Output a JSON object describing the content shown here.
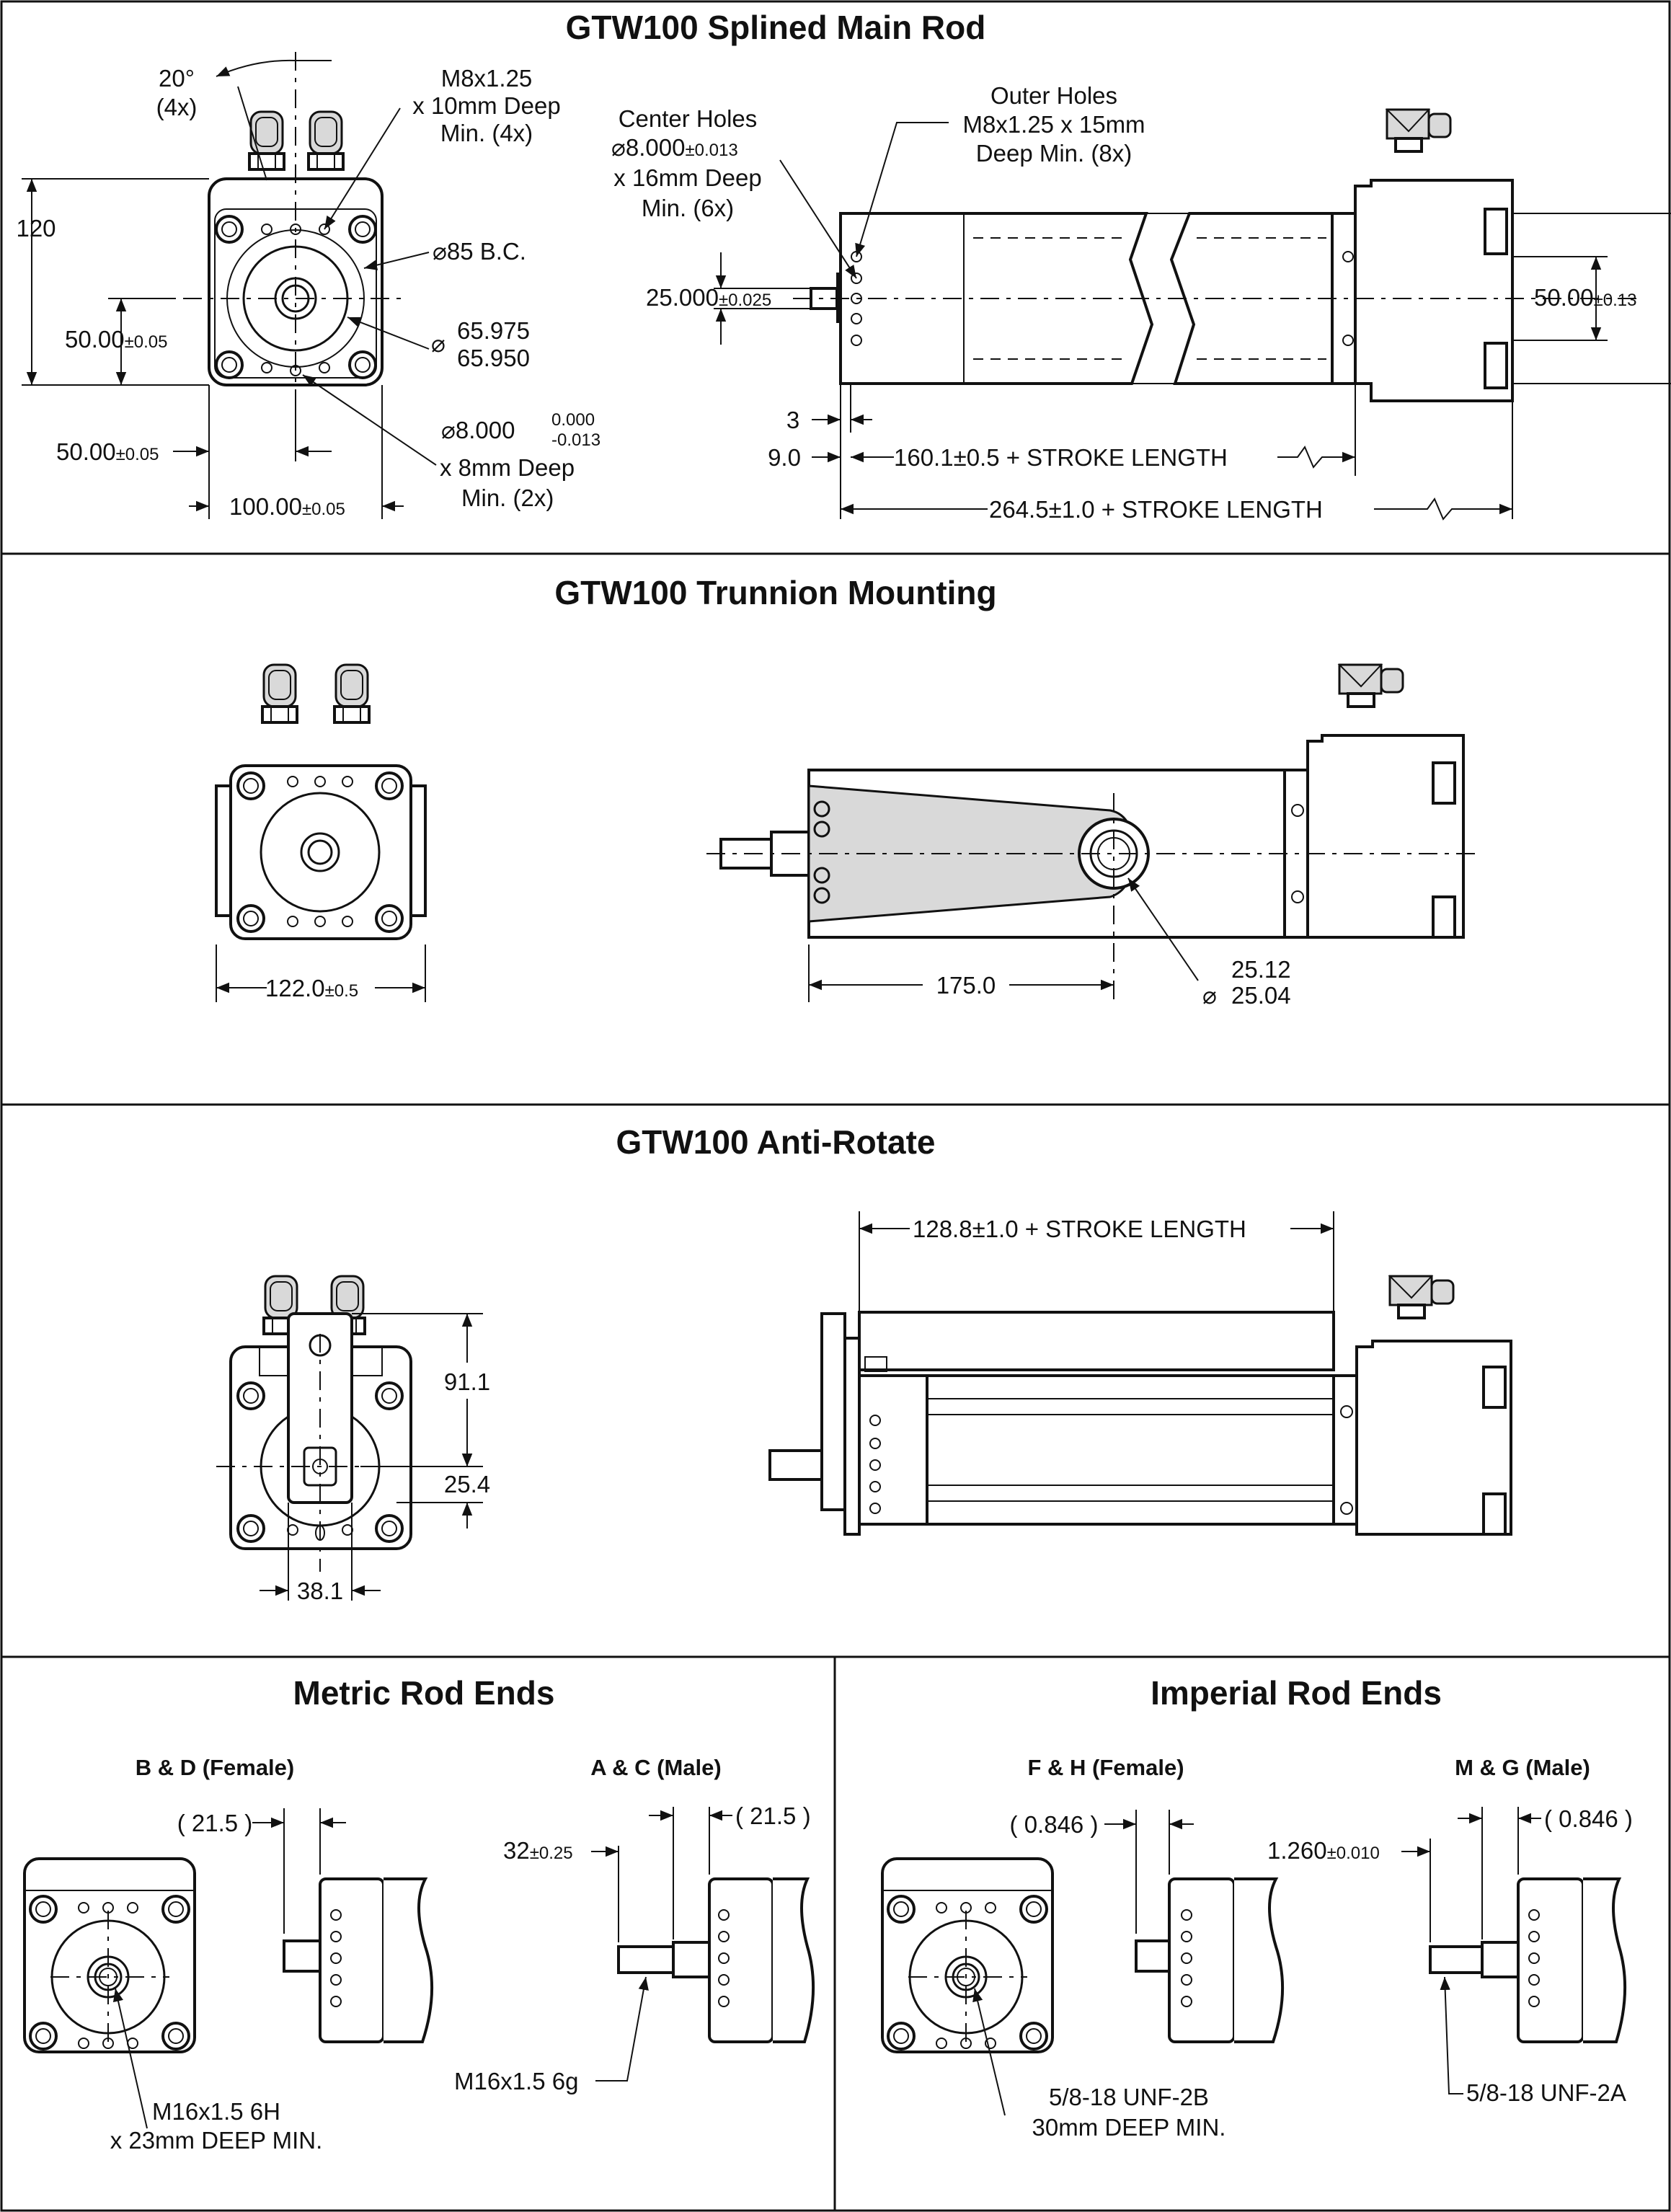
{
  "sections": {
    "splined": {
      "title": "GTW100 Splined Main Rod",
      "front": {
        "angle": "20°",
        "angle_qty": "(4x)",
        "tap": [
          "M8x1.25",
          "x 10mm Deep",
          "Min. (4x)"
        ],
        "bc": "85 B.C.",
        "pilot_max": "65.975",
        "pilot_min": "65.950",
        "pin_dia": "8.000",
        "pin_tol_top": "0.000",
        "pin_tol_bot": "-0.013",
        "pin_depth": [
          "x 8mm Deep",
          "Min. (2x)"
        ],
        "height": "120",
        "v_offset": "50.00",
        "v_offset_tol": "±0.05",
        "h_offset": "50.00",
        "h_offset_tol": "±0.05",
        "width": "100.00",
        "width_tol": "±0.05"
      },
      "side": {
        "center_holes": [
          "Center Holes",
          "8.000",
          "±0.013",
          "x 16mm Deep",
          "Min. (6x)"
        ],
        "outer_holes": [
          "Outer Holes",
          "M8x1.25 x 15mm",
          "Deep Min. (8x)"
        ],
        "left_off": "25.000",
        "left_off_tol": "±0.025",
        "right_off": "50.00",
        "right_off_tol": "±0.13",
        "dim_3": "3",
        "dim_9": "9.0",
        "len1": "160.1±0.5 + STROKE LENGTH",
        "len2": "264.5±1.0 + STROKE LENGTH"
      }
    },
    "trunnion": {
      "title": "GTW100 Trunnion Mounting",
      "width": "122.0",
      "width_tol": "±0.5",
      "len": "175.0",
      "pin_max": "25.12",
      "pin_min": "25.04"
    },
    "antirotate": {
      "title": "GTW100 Anti-Rotate",
      "h1": "91.1",
      "h2": "25.4",
      "w": "38.1",
      "len": "128.8±1.0 + STROKE LENGTH"
    },
    "metric": {
      "title": "Metric Rod Ends",
      "female": {
        "label": "B & D (Female)",
        "dim": "21.5",
        "thread": [
          "M16x1.5 6H",
          "x 23mm DEEP MIN."
        ]
      },
      "male": {
        "label": "A & C (Male)",
        "dim": "21.5",
        "len": "32",
        "len_tol": "±0.25",
        "thread": "M16x1.5 6g"
      }
    },
    "imperial": {
      "title": "Imperial Rod Ends",
      "female": {
        "label": "F & H (Female)",
        "dim": "0.846",
        "thread": [
          "5/8-18 UNF-2B",
          "30mm DEEP MIN."
        ]
      },
      "male": {
        "label": "M & G (Male)",
        "dim": "0.846",
        "len": "1.260",
        "len_tol": "±0.010",
        "thread": "5/8-18 UNF-2A"
      }
    }
  }
}
